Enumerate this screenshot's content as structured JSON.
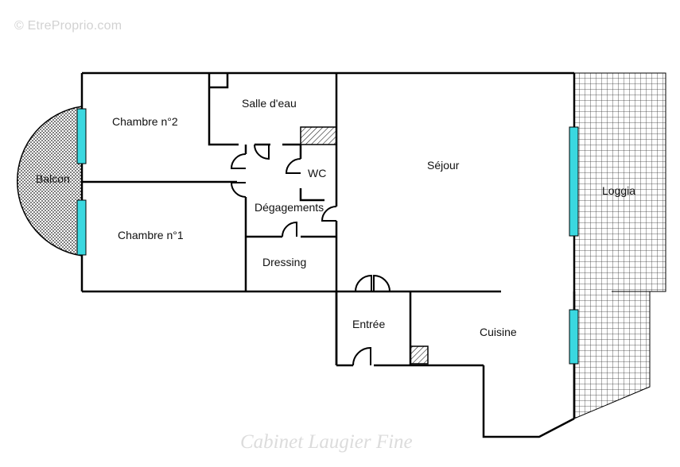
{
  "watermark": "© EtreProprio.com",
  "signature": "Cabinet Laugier Fine",
  "rooms": {
    "chambre2": "Chambre n°2",
    "chambre1": "Chambre n°1",
    "salle_eau": "Salle d'eau",
    "wc": "WC",
    "degagements": "Dégagements",
    "dressing": "Dressing",
    "sejour": "Séjour",
    "loggia": "Loggia",
    "balcon": "Balcon",
    "entree": "Entrée",
    "cuisine": "Cuisine"
  },
  "colors": {
    "wall": "#000000",
    "window": "#3ad8e0",
    "watermark": "#d2d2d2",
    "signature": "#dcdcdc"
  }
}
